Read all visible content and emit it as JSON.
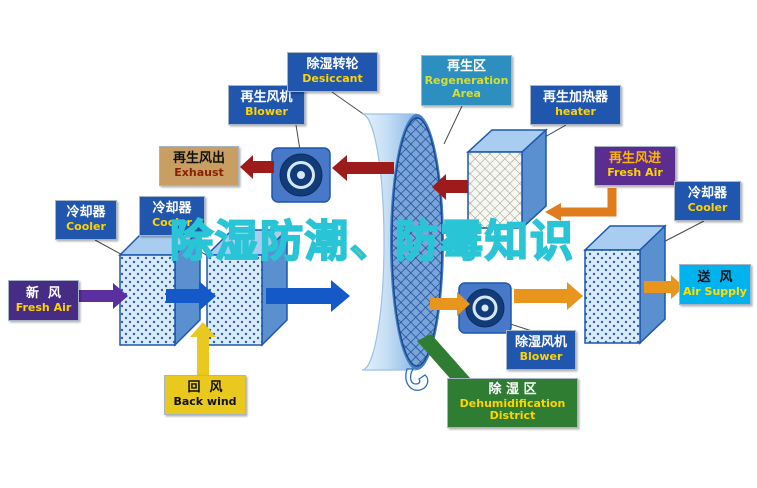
{
  "watermark": "除湿防潮、防霉知识",
  "labels": {
    "regen_blower": {
      "zh": "再生风机",
      "en": "Blower"
    },
    "desiccant_wheel": {
      "zh": "除湿转轮",
      "en": "Desiccant"
    },
    "regen_area": {
      "zh": "再生区",
      "en": "Regeneration Area"
    },
    "regen_heater": {
      "zh": "再生加热器",
      "en": "heater"
    },
    "exhaust": {
      "zh": "再生风出",
      "en": "Exhaust"
    },
    "cooler_left": {
      "zh": "冷却器",
      "en": "Cooler"
    },
    "cooler_mid": {
      "zh": "冷却器",
      "en": "Cooler"
    },
    "fresh_air": {
      "zh": "新  风",
      "en": "Fresh Air"
    },
    "back_wind": {
      "zh": "回  风",
      "en": "Back wind"
    },
    "regen_fresh_air": {
      "zh": "再生风进",
      "en": "Fresh Air"
    },
    "cooler_right": {
      "zh": "冷却器",
      "en": "Cooler"
    },
    "air_supply": {
      "zh": "送  风",
      "en": "Air Supply"
    },
    "dehumid_blower": {
      "zh": "除湿风机",
      "en": "Blower"
    },
    "dehumid_district": {
      "zh": "除 湿 区",
      "en": "Dehumidification District"
    }
  },
  "palette": {
    "label-blue": "#2056ae",
    "label-teal": "#2d8fc0",
    "label-tan": "#c99e62",
    "label-purple-dark": "#472c85",
    "label-purple": "#5c2d90",
    "label-yellow": "#eac91f",
    "label-cyan": "#00b3ef",
    "label-green": "#2e7d32",
    "text-yellow": "#ffd400",
    "wm-fill": "#ffd21e",
    "wm-stroke": "#29c5d6",
    "arrow-blue": "#1559c9",
    "arrow-orange": "#e8951d",
    "arrow-darkred": "#9e1b1b",
    "arrow-purple": "#5b2fa0",
    "arrow-yellow": "#e9c81f",
    "wheel-face-blue": "#79a5da",
    "district-green": "#2e7d32"
  }
}
